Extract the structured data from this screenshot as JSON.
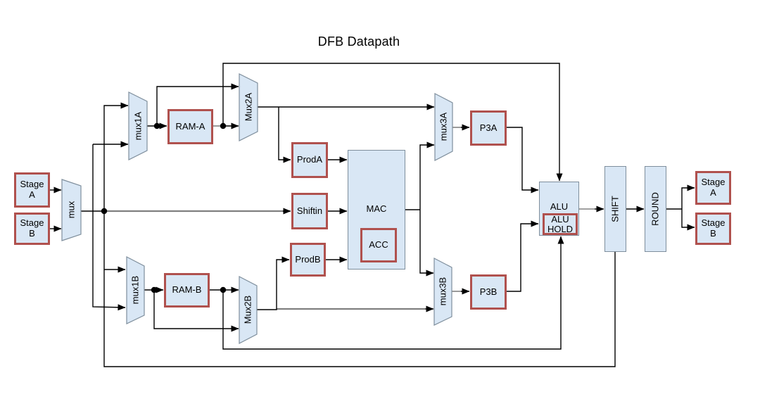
{
  "title": "DFB Datapath",
  "colors": {
    "block_fill": "#d9e7f5",
    "block_border": "#7e8e9c",
    "register_border": "#b0514e",
    "line": "#000000",
    "gray_line": "#808080"
  },
  "blocks": {
    "stage_a_left": "Stage\nA",
    "stage_b_left": "Stage\nB",
    "mux": "mux",
    "mux1a": "mux1A",
    "mux1b": "mux1B",
    "ram_a": "RAM-A",
    "ram_b": "RAM-B",
    "mux2a": "Mux2A",
    "mux2b": "Mux2B",
    "prod_a": "ProdA",
    "shiftin": "Shiftin",
    "prod_b": "ProdB",
    "mac": "MAC",
    "acc": "ACC",
    "mux3a": "mux3A",
    "mux3b": "mux3B",
    "p3a": "P3A",
    "p3b": "P3B",
    "alu": "ALU",
    "alu_hold": "ALU\nHOLD",
    "shift": "SHIFT",
    "round": "ROUND",
    "stage_a_right": "Stage\nA",
    "stage_b_right": "Stage\nB"
  }
}
